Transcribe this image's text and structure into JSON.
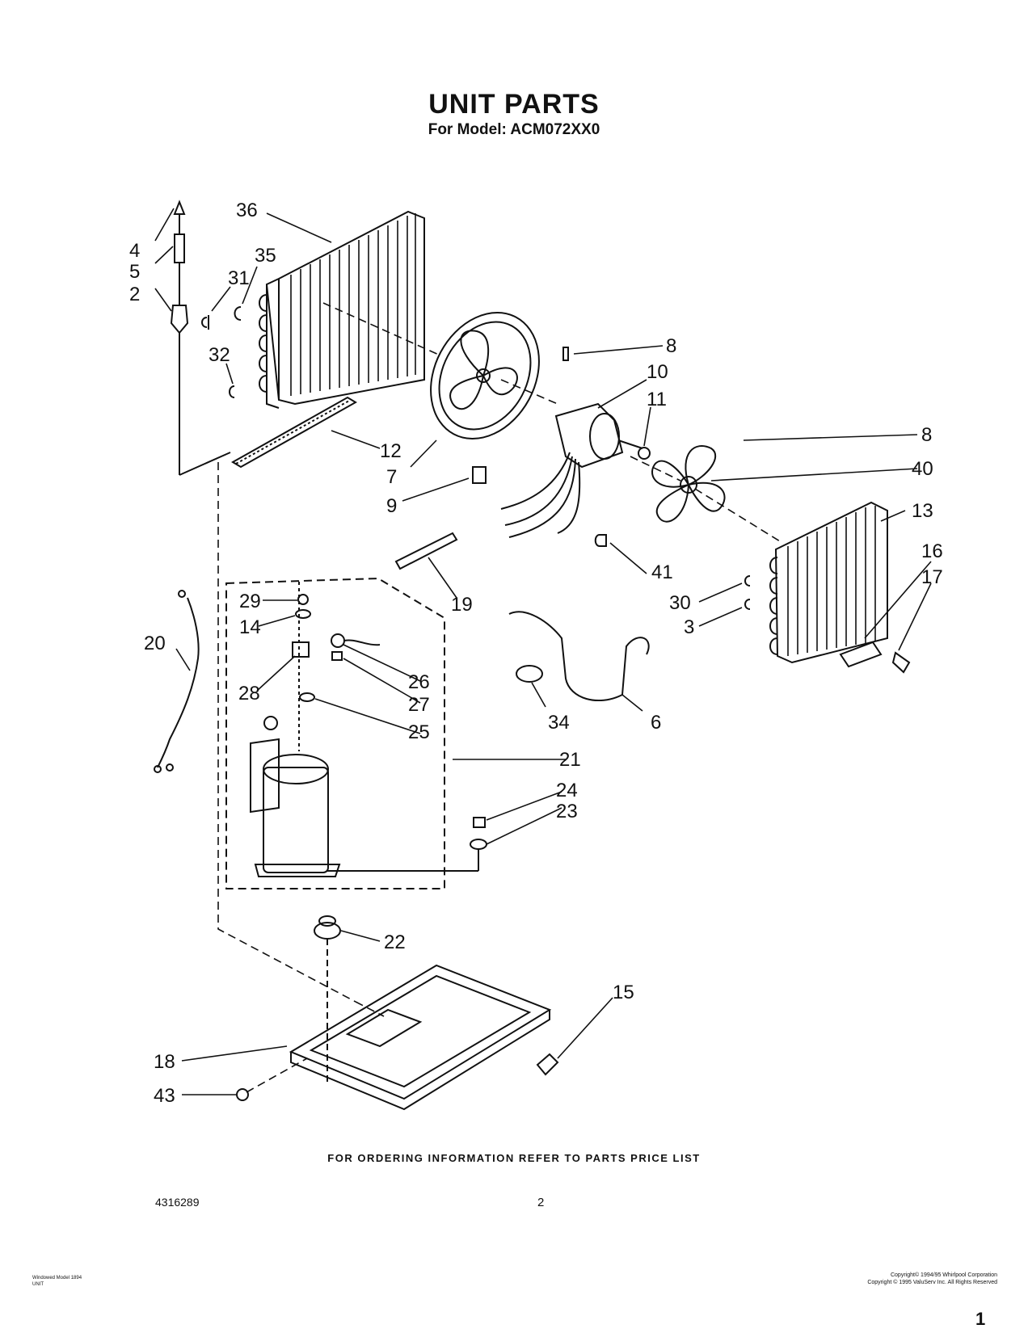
{
  "header": {
    "title": "UNIT PARTS",
    "subtitle": "For Model: ACM072XX0"
  },
  "callouts": [
    "36",
    "4",
    "5",
    "2",
    "31",
    "35",
    "32",
    "12",
    "7",
    "9",
    "8",
    "10",
    "11",
    "8",
    "40",
    "13",
    "41",
    "19",
    "29",
    "14",
    "20",
    "28",
    "26",
    "27",
    "25",
    "16",
    "17",
    "30",
    "3",
    "34",
    "6",
    "21",
    "24",
    "23",
    "22",
    "15",
    "18",
    "43"
  ],
  "footer": {
    "ordering_note": "FOR ORDERING INFORMATION REFER TO PARTS PRICE LIST",
    "document_number": "4316289",
    "page_number": "2",
    "copyright_line1": "Copyright© 1994/95 Whirlpool Corporation",
    "copyright_line2": "Copyright © 1995 ValuServ Inc. All Rights Reserved",
    "small_left_line1": "Windowed Model 1894",
    "small_left_line2": "UNIT",
    "corner_mark": "1"
  },
  "colors": {
    "ink": "#111111",
    "paper": "#ffffff"
  }
}
